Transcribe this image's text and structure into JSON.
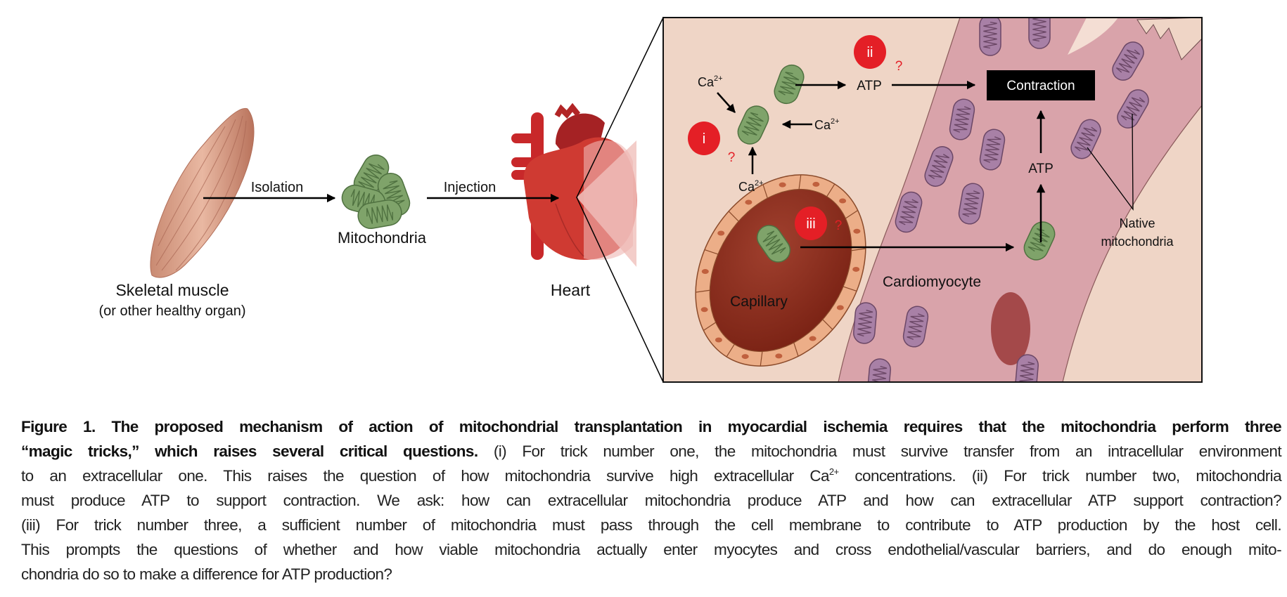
{
  "figure": {
    "left_panel": {
      "source_label": "Skeletal muscle",
      "source_sublabel": "(or other healthy organ)",
      "isolation_label": "Isolation",
      "mitochondria_label": "Mitochondria",
      "injection_label": "Injection",
      "heart_label": "Heart"
    },
    "inset": {
      "ca_symbol": "Ca",
      "ca_charge": "2+",
      "atp_label": "ATP",
      "contraction_label": "Contraction",
      "question_mark": "?",
      "step_badges": [
        "i",
        "ii",
        "iii"
      ],
      "cardiomyocyte_label": "Cardiomyocyte",
      "capillary_label": "Capillary",
      "native_label_line1": "Native",
      "native_label_line2": "mitochondria"
    },
    "colors": {
      "badge_red": "#e41f26",
      "question_red": "#e41f26",
      "transplanted_mito_green": "#7fa36a",
      "native_mito_purple": "#a880a6",
      "background_peach": "#efd5c6",
      "cardiomyocyte_pink": "#d8a2aa",
      "capillary_red": "#8e2b1c"
    }
  },
  "caption": {
    "bold_line1": "Figure 1. The proposed mechanism of action of mitochondrial transplantation in myocardial ischemia requires that the mitochondria perform three",
    "bold_line2": "“magic tricks,” which raises several critical questions.",
    "line2_rest": " (i) For trick number one, the mitochondria must survive transfer from an intracellular environment",
    "line3_a": "to an extracellular one. This raises the question of how mitochondria survive high extracellular Ca",
    "line3_sup": "2+",
    "line3_b": " concentrations. (ii) For trick number two, mitochondria",
    "line4": "must produce ATP to support contraction. We ask: how can extracellular mitochondria produce ATP and how can extracellular ATP support contraction?",
    "line5": "(iii) For trick number three, a sufficient number of mitochondria must pass through the cell membrane to contribute to ATP production by the host cell.",
    "line6": "This prompts the questions of whether and how viable mitochondria actually enter myocytes and cross endothelial/vascular barriers, and do enough mito-",
    "line7": "chondria do so to make a difference for ATP production?"
  }
}
